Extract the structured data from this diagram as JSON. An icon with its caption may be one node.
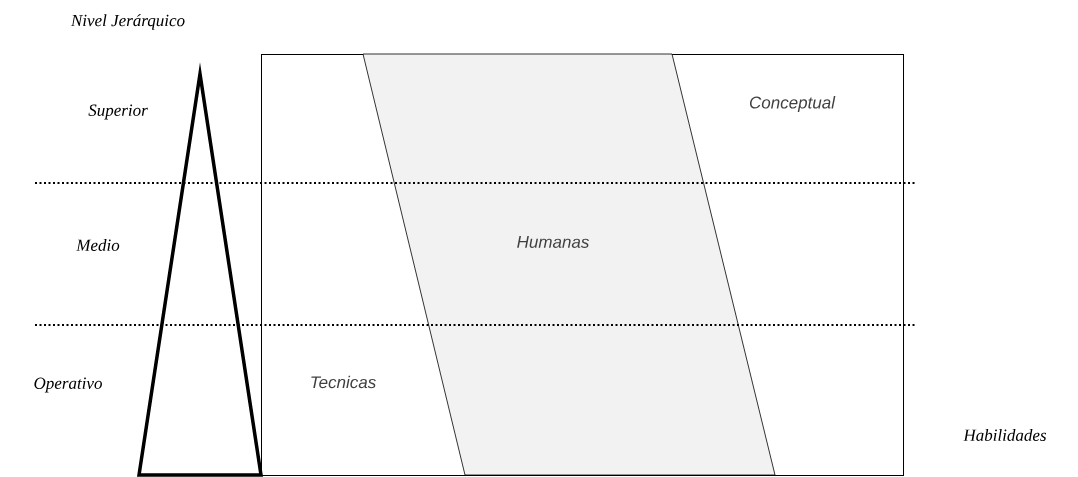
{
  "diagram": {
    "nodes": [
      {
        "text": [
          "Conceptual",
          "Tecnicas"
        ]
      },
      {
        "text": [
          "Humanas"
        ],
        "in": 0
      }
    ],
    "edges": [],
    "labels": [
      "Nivel Jerárquico",
      "Superior",
      "Medio",
      "Operativo",
      "Habilidades"
    ]
  }
}
